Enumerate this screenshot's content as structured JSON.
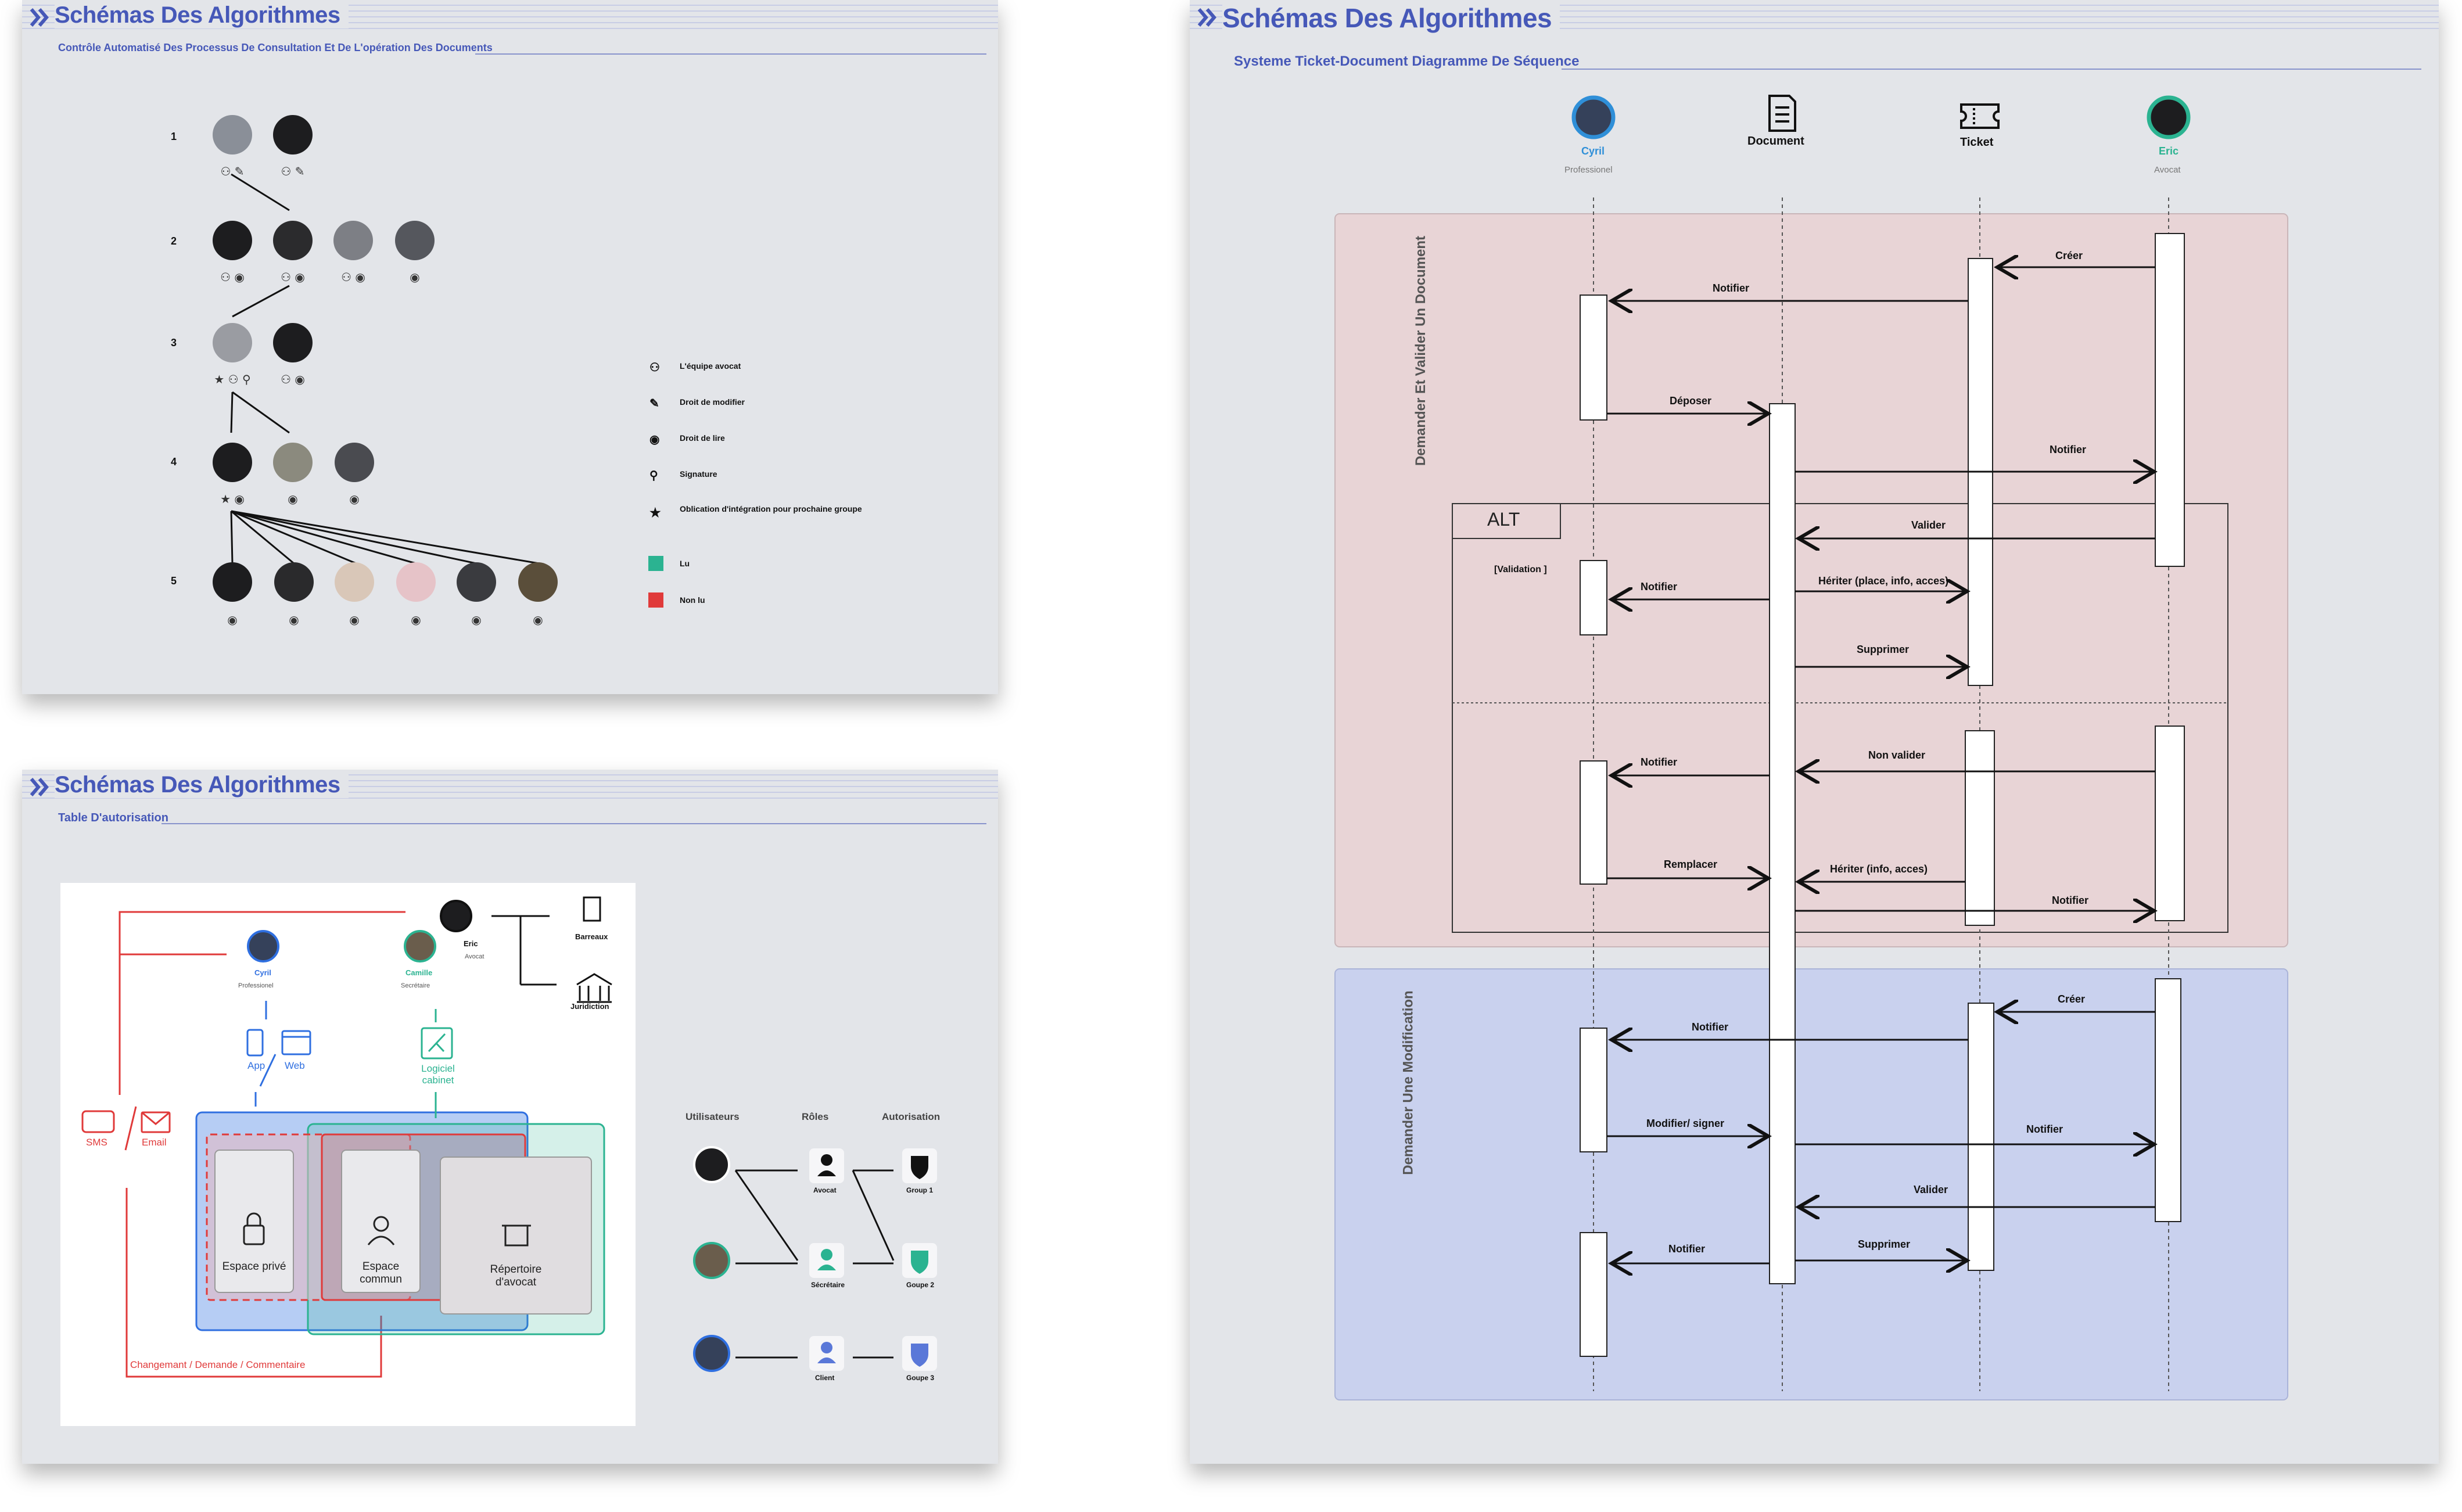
{
  "panel1": {
    "title": "Schémas Des Algorithmes",
    "subtitle": "Contrôle Automatisé Des Processus De Consultation Et De L'opération Des Documents",
    "levels": [
      "1",
      "2",
      "3",
      "4",
      "5"
    ],
    "legend": [
      {
        "icon": "team-icon",
        "label": "L'équipe  avocat"
      },
      {
        "icon": "pencil-icon",
        "label": "Droit de modifier"
      },
      {
        "icon": "eye-icon",
        "label": "Droit de lire"
      },
      {
        "icon": "signature-icon",
        "label": "Signature"
      },
      {
        "icon": "star-icon",
        "label": "Oblication d'intégration pour prochaine groupe"
      },
      {
        "icon": "green-square",
        "label": "Lu",
        "color": "#2bb391"
      },
      {
        "icon": "red-square",
        "label": "Non lu",
        "color": "#e03a3a"
      }
    ]
  },
  "panel2": {
    "title": "Schémas Des Algorithmes",
    "subtitle": "Table D'autorisation",
    "eric": {
      "name": "Eric",
      "role": "Avocat"
    },
    "cyril": {
      "name": "Cyril",
      "role": "Professionel"
    },
    "camille": {
      "name": "Camille",
      "role": "Secrétaire"
    },
    "barreaux": "Barreaux",
    "juridiction": "Juridiction",
    "app": "App",
    "web": "Web",
    "logiciel": "Logiciel cabinet",
    "sms": "SMS",
    "email": "Email",
    "espace_prive": "Espace privé",
    "espace_commun": "Espace commun",
    "repertoire": "Répertoire d'avocat",
    "feedback": "Changemant / Demande / Commentaire",
    "table_headers": [
      "Utilisateurs",
      "Rôles",
      "Autorisation"
    ],
    "roles": [
      "Avocat",
      "Sécrétaire",
      "Client"
    ],
    "groups": [
      "Group 1",
      "Goupe 2",
      "Goupe 3"
    ],
    "colors": {
      "red": "#e03a3a",
      "blue": "#2f6fe0",
      "green": "#2bb391"
    }
  },
  "panel3": {
    "title": "Schémas Des Algorithmes",
    "subtitle": "Systeme Ticket-Document  Diagramme De Séquence",
    "actors": [
      {
        "name": "Cyril",
        "role": "Professionel"
      },
      {
        "name": "Document",
        "role": ""
      },
      {
        "name": "Ticket",
        "role": ""
      },
      {
        "name": "Eric",
        "role": "Avocat"
      }
    ],
    "section1": "Demander Et Valider Un Document",
    "section2": "Demander Une Modification",
    "alt": "ALT",
    "guard": "[Validation ]",
    "messages": {
      "m1": "Créer",
      "m2": "Notifier",
      "m3": "Déposer",
      "m4": "Notifier",
      "m5": "Valider",
      "m6": "Notifier",
      "m7": "Hériter (place, info, acces)",
      "m8": "Supprimer",
      "m9": "Non valider",
      "m10": "Notifier",
      "m11": "Remplacer",
      "m12": "Hériter (info, acces)",
      "m13": "Notifier",
      "m14": "Créer",
      "m15": "Notifier",
      "m16": "Modifier/ signer",
      "m17": "Notifier",
      "m18": "Valider",
      "m19": "Notifier",
      "m20": "Supprimer"
    },
    "colors": {
      "section1": "#e8d4d6",
      "section2": "#c9d1ee"
    }
  }
}
